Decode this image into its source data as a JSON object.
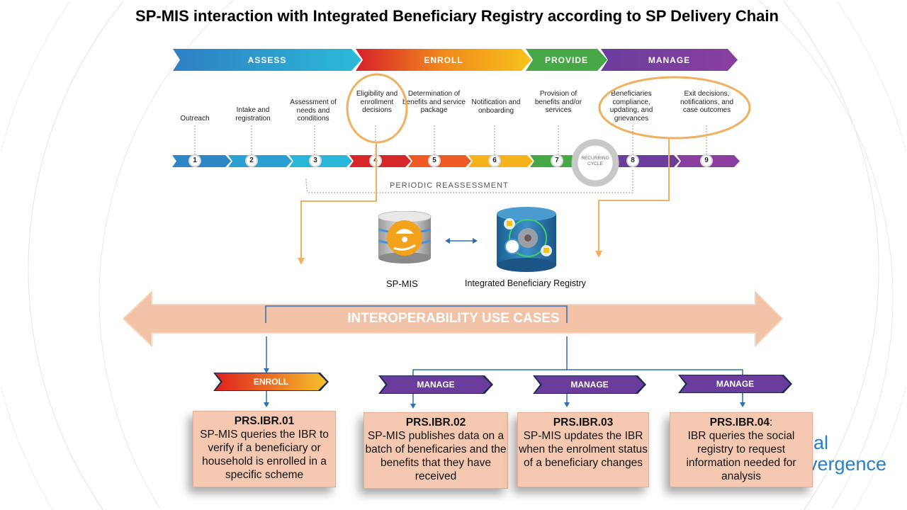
{
  "title": "SP-MIS  interaction with Integrated Beneficiary Registry according to SP Delivery Chain",
  "phases": [
    {
      "label": "ASSESS",
      "color": "#2b8fd0"
    },
    {
      "label": "ENROLL",
      "color": "#e8341c"
    },
    {
      "label": "PROVIDE",
      "color": "#45a845"
    },
    {
      "label": "MANAGE",
      "color": "#6a3d9c"
    }
  ],
  "steps": [
    {
      "num": "1",
      "label": "Outreach",
      "color": "#2f86c6"
    },
    {
      "num": "2",
      "label": "Intake and registration",
      "color": "#2a9fd2"
    },
    {
      "num": "3",
      "label": "Assessment of needs and conditions",
      "color": "#2ab6d8"
    },
    {
      "num": "4",
      "label": "Eligibility and enrollment decisions",
      "color": "#d6262a"
    },
    {
      "num": "5",
      "label": "Determination of benefits and service package",
      "color": "#ee5a24"
    },
    {
      "num": "6",
      "label": "Notification and onboarding",
      "color": "#f6b21b"
    },
    {
      "num": "7",
      "label": "Provision of benefits and/or services",
      "color": "#45a845"
    },
    {
      "num": "8",
      "label": "Beneficiaries compliance, updating, and grievances",
      "color": "#6a3d9c"
    },
    {
      "num": "9",
      "label": "Exit decisions, notifications, and case outcomes",
      "color": "#8a3fa0"
    }
  ],
  "recurring_cycle": "RECURRING CYCLE",
  "periodic_reassessment": "PERIODIC REASSESSMENT",
  "systems": {
    "spmis": "SP-MIS",
    "ibr": "Integrated Beneficiary Registry"
  },
  "banner": "INTEROPERABILITY USE CASES",
  "use_cases": [
    {
      "tag": "ENROLL",
      "id": "PRS.IBR.01",
      "suffix": "",
      "text": "SP-MIS queries the IBR to verify if a beneficiary or household is enrolled in a specific scheme"
    },
    {
      "tag": "MANAGE",
      "id": "PRS.IBR.02",
      "suffix": "",
      "text": "SP-MIS publishes data on a batch of beneficaries and the benefits that they have received"
    },
    {
      "tag": "MANAGE",
      "id": "PRS.IBR.03",
      "suffix": "",
      "text": "SP-MIS updates the IBR when the enrolment status of a beneficiary changes"
    },
    {
      "tag": "MANAGE",
      "id": "PRS.IBR.04",
      "suffix": ":",
      "text": "IBR queries the social registry to request information needed for analysis"
    }
  ],
  "logo": {
    "line1": "al",
    "line2": "vergence"
  },
  "colors": {
    "highlight": "#f0b060",
    "connector": "#2f6db0",
    "banner": "#f2c2a6",
    "card": "#f5c8b1"
  }
}
